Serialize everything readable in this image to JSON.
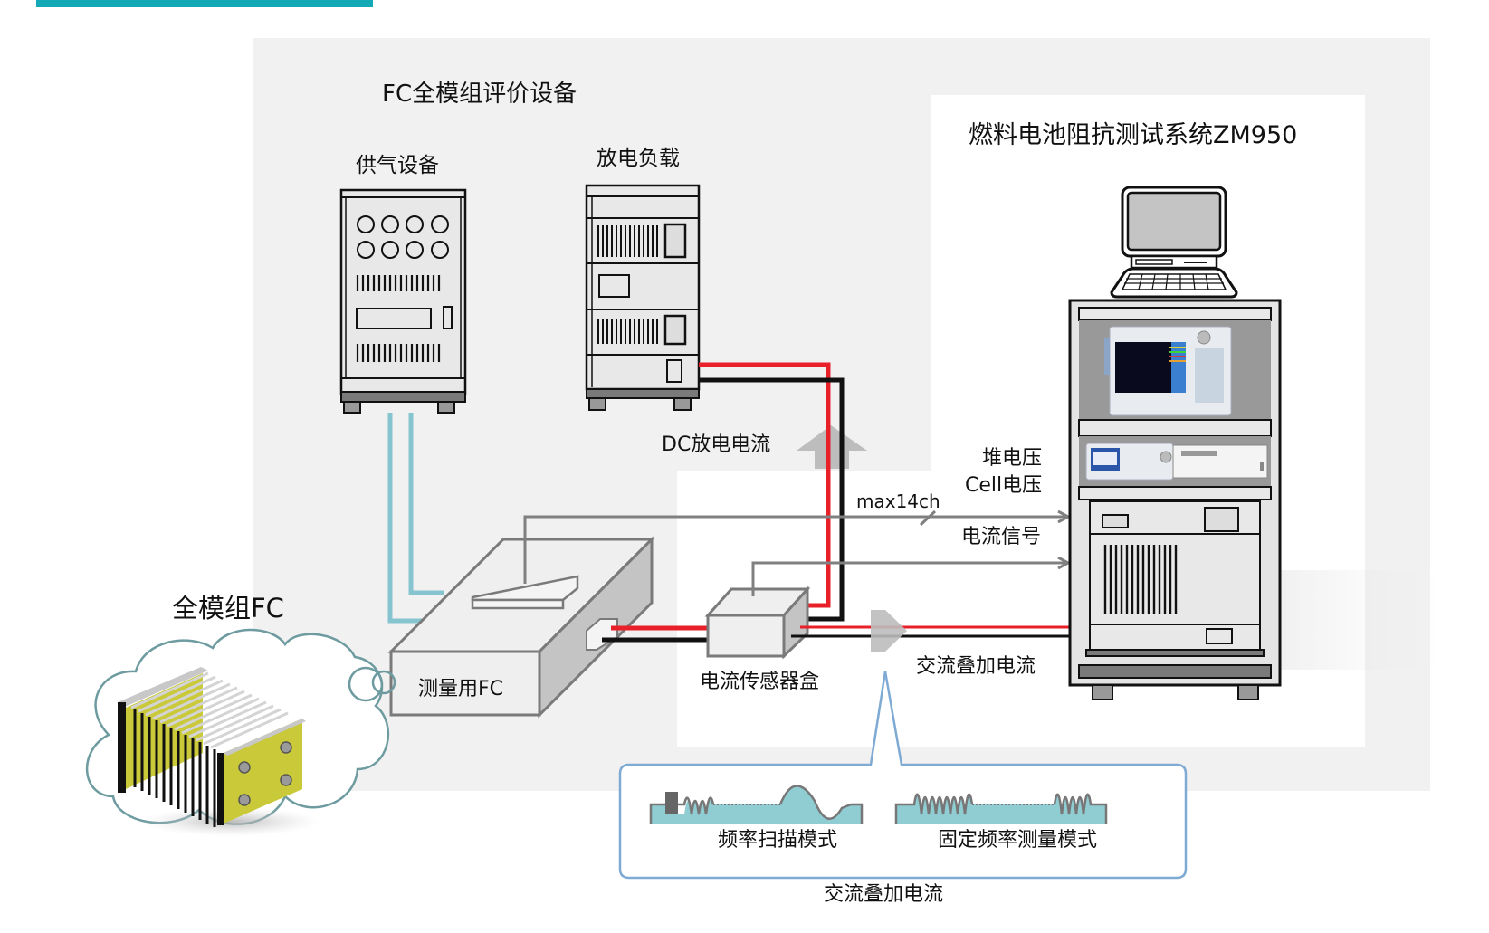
{
  "colors": {
    "accent_bar": "#12a8b5",
    "panel_bg": "#f1f1f1",
    "zm_panel_bg": "#ffffff",
    "gas_pipe": "#86c5cf",
    "wire_red": "#e8202a",
    "wire_black": "#111111",
    "signal_gray": "#808080",
    "callout_border": "#7eaad3",
    "wave_fill": "#8fcdd3",
    "fc_yellow": "#c9c93a"
  },
  "panel_title": "FC全模组评价设备",
  "zm_title": "燃料电池阻抗测试系统ZM950",
  "equipment": {
    "gas_supply": "供气设备",
    "discharge_load": "放电负载",
    "measurement_fc": "测量用FC",
    "current_sensor_box": "电流传感器盒",
    "full_module_fc": "全模组FC"
  },
  "signals": {
    "dc_discharge_current": "DC放电电流",
    "stack_voltage": "堆电压",
    "cell_voltage": "Cell电压",
    "channels": "max14ch",
    "current_signal": "电流信号",
    "ac_superimposed_current": "交流叠加电流"
  },
  "callout": {
    "sweep_mode": "频率扫描模式",
    "fixed_mode": "固定频率测量模式",
    "caption": "交流叠加电流"
  }
}
